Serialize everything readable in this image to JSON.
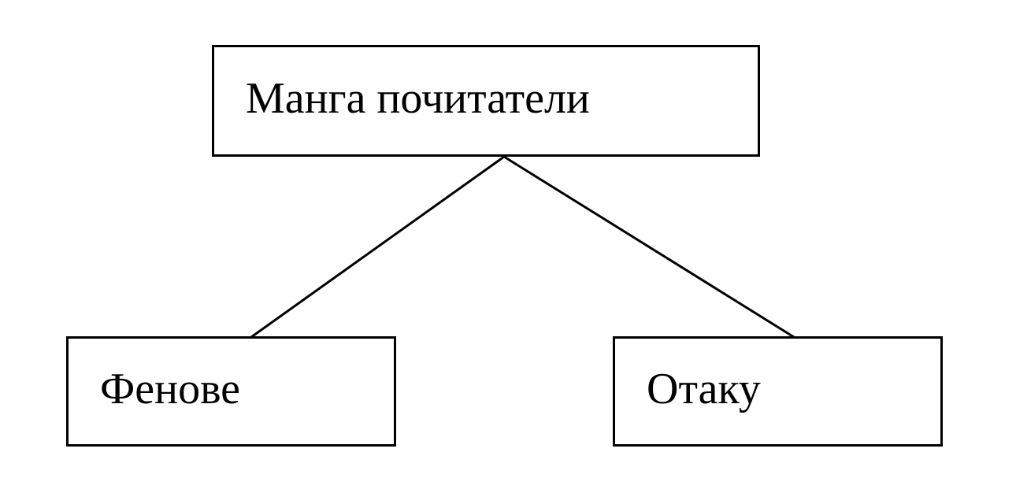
{
  "diagram": {
    "root": {
      "label": "Манга почитатели"
    },
    "children": [
      {
        "label": "Фенове"
      },
      {
        "label": "Отаку"
      }
    ],
    "colors": {
      "stroke": "#000000",
      "background": "#ffffff",
      "text": "#000000"
    }
  }
}
